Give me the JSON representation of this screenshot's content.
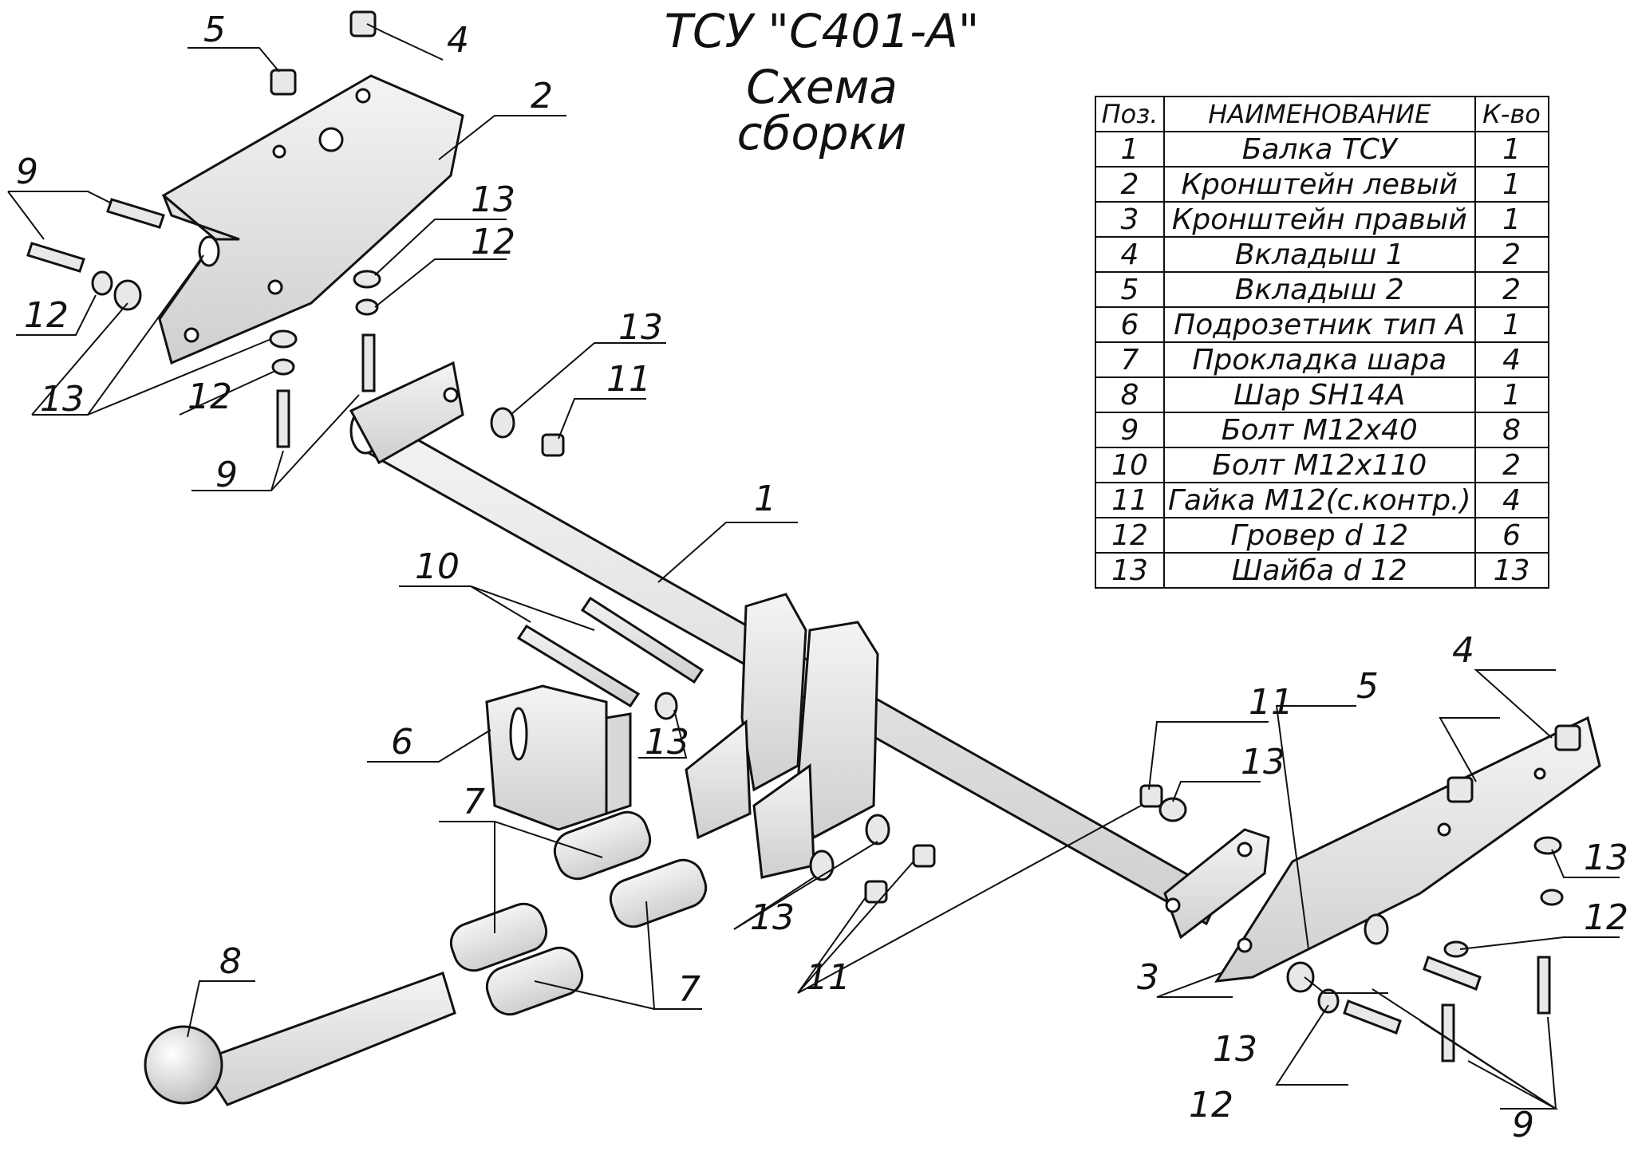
{
  "title": "ТСУ \"С401-А\"",
  "subtitle": "Схема сборки",
  "table": {
    "headers": [
      "Поз.",
      "НАИМЕНОВАНИЕ",
      "К-во"
    ],
    "rows": [
      {
        "pos": "1",
        "name": "Балка ТСУ",
        "qty": "1"
      },
      {
        "pos": "2",
        "name": "Кронштейн левый",
        "qty": "1"
      },
      {
        "pos": "3",
        "name": "Кронштейн правый",
        "qty": "1"
      },
      {
        "pos": "4",
        "name": "Вкладыш 1",
        "qty": "2"
      },
      {
        "pos": "5",
        "name": "Вкладыш 2",
        "qty": "2"
      },
      {
        "pos": "6",
        "name": "Подрозетник тип А",
        "qty": "1"
      },
      {
        "pos": "7",
        "name": "Прокладка шара",
        "qty": "4"
      },
      {
        "pos": "8",
        "name": "Шар SH14A",
        "qty": "1"
      },
      {
        "pos": "9",
        "name": "Болт М12х40",
        "qty": "8"
      },
      {
        "pos": "10",
        "name": "Болт М12х110",
        "qty": "2"
      },
      {
        "pos": "11",
        "name": "Гайка М12(с.контр.)",
        "qty": "4"
      },
      {
        "pos": "12",
        "name": "Гровер d 12",
        "qty": "6"
      },
      {
        "pos": "13",
        "name": "Шайба d 12",
        "qty": "13"
      }
    ]
  },
  "callouts": {
    "c1": "1",
    "c2": "2",
    "c3": "3",
    "c4a": "4",
    "c4b": "4",
    "c5a": "5",
    "c5b": "5",
    "c6": "6",
    "c7a": "7",
    "c7b": "7",
    "c8": "8",
    "c9a": "9",
    "c9b": "9",
    "c9c": "9",
    "c10": "10",
    "c11a": "11",
    "c11b": "11",
    "c11c": "11",
    "c12a": "12",
    "c12b": "12",
    "c12c": "12",
    "c12d": "12",
    "c12e": "12",
    "c13a": "13",
    "c13b": "13",
    "c13c": "13",
    "c13d": "13",
    "c13e": "13",
    "c13f": "13",
    "c13g": "13",
    "c13h": "13"
  }
}
